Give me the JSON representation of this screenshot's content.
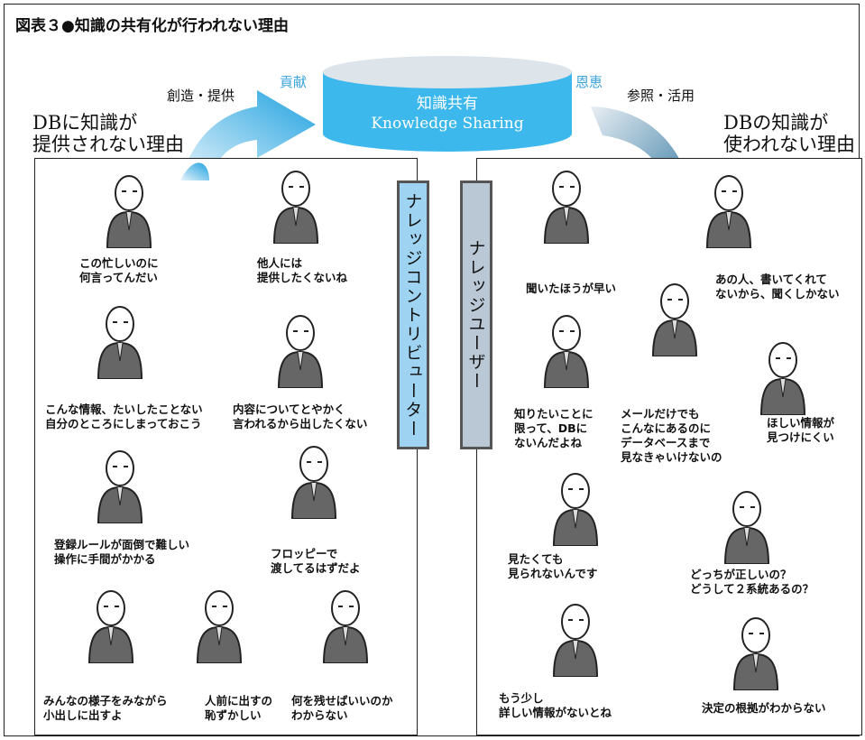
{
  "title": "図表３●知識の共有化が行われない理由",
  "center": {
    "line1": "知識共有",
    "line2": "Knowledge  Sharing",
    "left_tag": "貢献",
    "right_tag": "恩恵",
    "left_action": "創造・提供",
    "right_action": "参照・活用"
  },
  "left": {
    "heading1": "DBに知識が",
    "heading2": "提供されない理由",
    "vertical_label": "ナレッジコントリビューター",
    "captions": [
      "この忙しいのに\n何言ってんだい",
      "他人には\n提供したくないね",
      "こんな情報、たいしたことない\n自分のところにしまっておこう",
      "内容についてとやかく\n言われるから出したくない",
      "登録ルールが面倒で難しい\n操作に手間がかかる",
      "フロッピーで\n渡してるはずだよ",
      "みんなの様子をみながら\n小出しに出すよ",
      "人前に出すの\n恥ずかしい",
      "何を残せばいいのか\nわからない"
    ]
  },
  "right": {
    "heading1": "DBの知識が",
    "heading2": "使われない理由",
    "vertical_label": "ナレッジユーザー",
    "captions": [
      "聞いたほうが早い",
      "あの人、書いてくれて\nないから、聞くしかない",
      "知りたいことに\n限って、DBに\nないんだよね",
      "メールだけでも\nこんなにあるのに\nデータベースまで\n見なきゃいけないの",
      "ほしい情報が\n見つけにくい",
      "見たくても\n見られないんです",
      "どっちが正しいの？\nどうして２系統あるの？",
      "もう少し\n詳しい情報がないとね",
      "決定の根拠がわからない"
    ]
  },
  "colors": {
    "cyl_side": "#3db8ec",
    "cyl_top": "#dde4ea",
    "contributor": "#9ed3f2",
    "user": "#b9c8d4"
  }
}
